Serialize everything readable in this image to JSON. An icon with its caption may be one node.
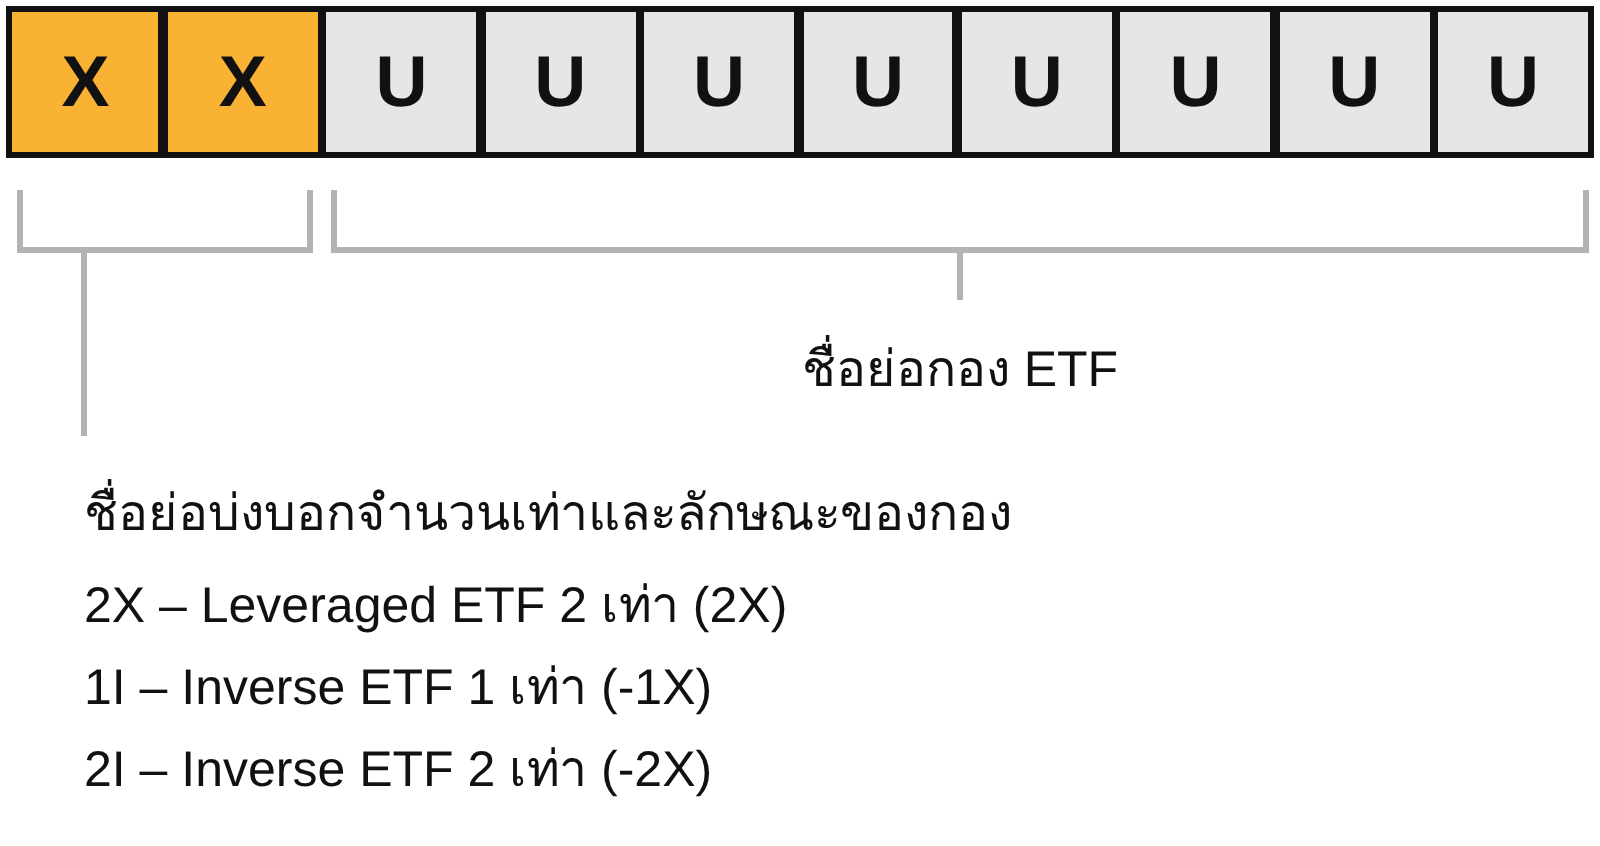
{
  "diagram": {
    "nodes": [
      {
        "text": [
          "X"
        ]
      },
      {
        "text": [
          "X"
        ]
      },
      {
        "text": [
          "U"
        ]
      },
      {
        "text": [
          "U"
        ]
      },
      {
        "text": [
          "U"
        ]
      },
      {
        "text": [
          "U"
        ]
      },
      {
        "text": [
          "U"
        ]
      },
      {
        "text": [
          "U"
        ]
      },
      {
        "text": [
          "U"
        ]
      },
      {
        "text": [
          "U"
        ]
      }
    ],
    "labels": [
      "ชื่อย่อกอง ETF",
      "ชื่อย่อบ่งบอกจำนวนเท่าและลักษณะของกอง",
      "2X – Leveraged ETF 2 เท่า (2X)",
      "1I – Inverse ETF 1 เท่า (-1X)",
      "2I – Inverse ETF 2 เท่า (-2X)"
    ]
  }
}
